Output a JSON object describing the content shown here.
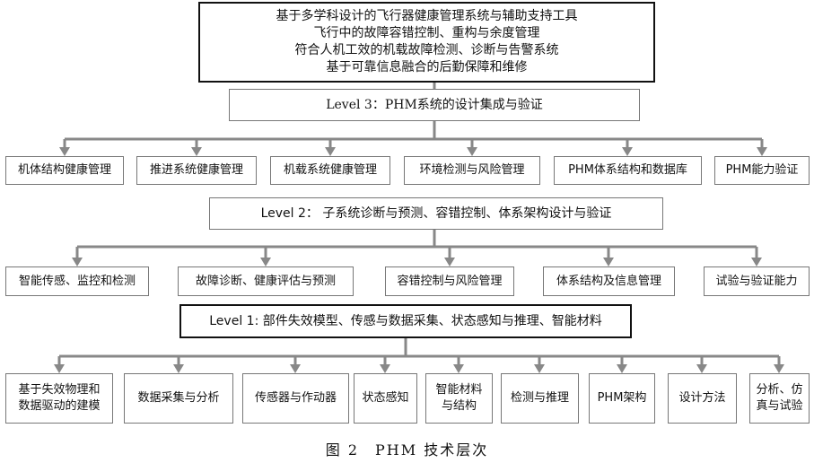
{
  "top_lines": [
    "基于多学科设计的飞行器健康管理系统与辅助支持工具",
    "飞行中的故障容错控制、重构与余度管理",
    "符合人机工效的机载故障检测、诊断与告警系统",
    "基于可靠信息融合的后勤保障和维修"
  ],
  "level3": {
    "title": "Level 3：PHM系统的设计集成与验证",
    "items": [
      "机体结构健康管理",
      "推进系统健康管理",
      "机载系统健康管理",
      "环境检测与风险管理",
      "PHM体系结构和数据库",
      "PHM能力验证"
    ]
  },
  "level2": {
    "title": "Level 2： 子系统诊断与预测、容错控制、体系架构设计与验证",
    "items": [
      "智能传感、监控和检测",
      "故障诊断、健康评估与预测",
      "容错控制与风险管理",
      "体系结构及信息管理",
      "试验与验证能力"
    ]
  },
  "level1": {
    "title": "Level 1: 部件失效模型、传感与数据采集、状态感知与推理、智能材料",
    "items": [
      {
        "line1": "基于失效物理和",
        "line2": "数据驱动的建模"
      },
      {
        "line1": "数据采集与分析",
        "line2": ""
      },
      {
        "line1": "传感器与作动器",
        "line2": ""
      },
      {
        "line1": "状态感知",
        "line2": ""
      },
      {
        "line1": "智能材料",
        "line2": "与结构"
      },
      {
        "line1": "检测与推理",
        "line2": ""
      },
      {
        "line1": "PHM架构",
        "line2": ""
      },
      {
        "line1": "设计方法",
        "line2": ""
      },
      {
        "line1": "分析、仿",
        "line2": "真与试验"
      }
    ]
  },
  "caption": "图 2　PHM 技术层次",
  "colors": {
    "connector": "#888888",
    "border": "#111111"
  }
}
